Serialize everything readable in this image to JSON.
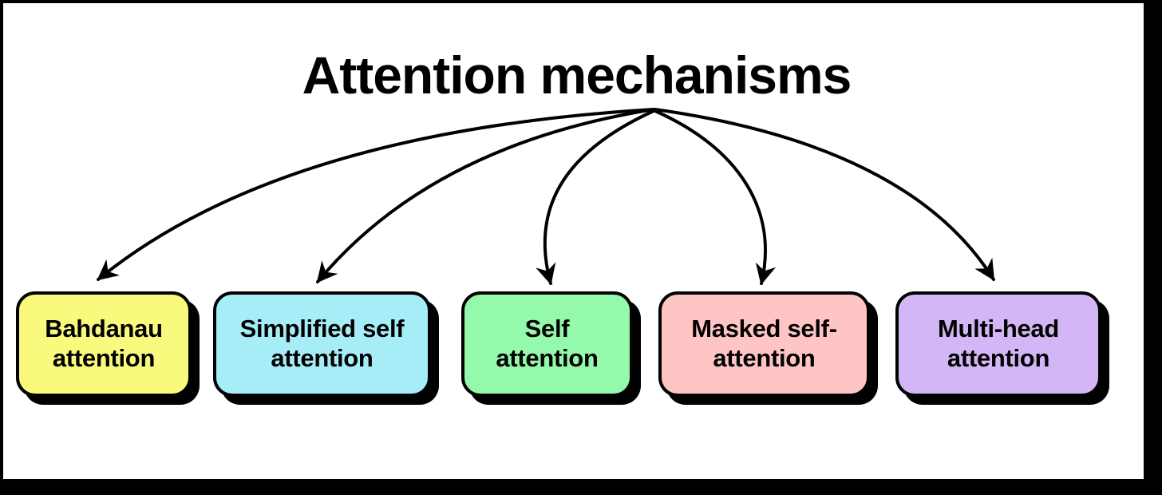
{
  "diagram": {
    "title": "Attention mechanisms",
    "frame_color": "#000000",
    "background": "#FFFFFF",
    "arrow_color": "#000000",
    "nodes": [
      {
        "id": "bahdanau-attention",
        "label": "Bahdanau\nattention",
        "color": "#F9FA7D"
      },
      {
        "id": "simplified-self-attention",
        "label": "Simplified self\nattention",
        "color": "#A6EDF8"
      },
      {
        "id": "self-attention",
        "label": "Self\nattention",
        "color": "#94F9AB"
      },
      {
        "id": "masked-self-attention",
        "label": "Masked self-\nattention",
        "color": "#FFC5C4"
      },
      {
        "id": "multi-head-attention",
        "label": "Multi-head\nattention",
        "color": "#D3B6F6"
      }
    ]
  }
}
